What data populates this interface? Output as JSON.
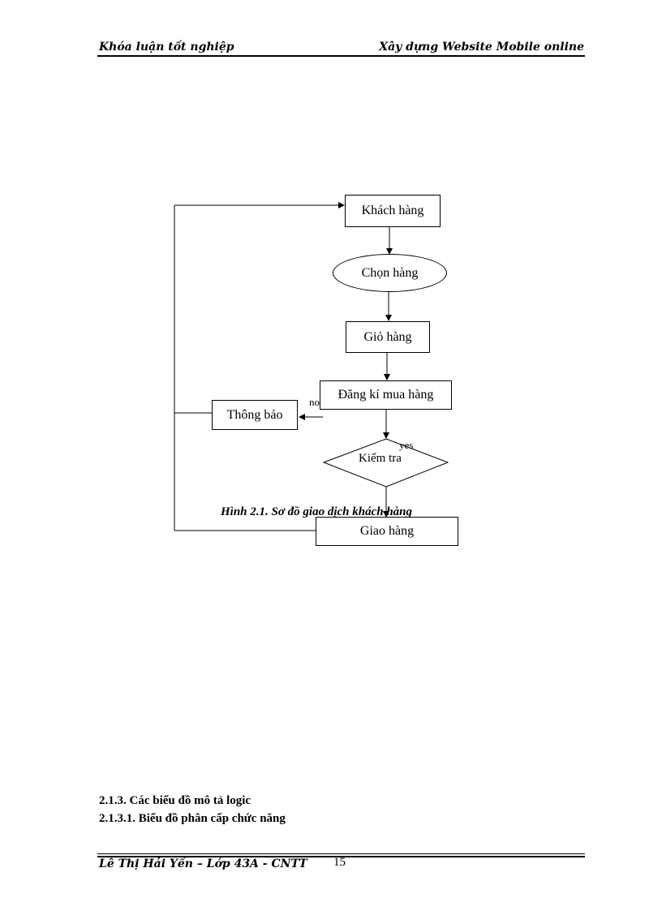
{
  "header": {
    "left": "Khóa luận tốt nghiệp",
    "right": "Xây dựng Website Mobile online"
  },
  "diagram": {
    "nodes": {
      "customer": "Khách hàng",
      "choose": "Chọn hàng",
      "cart": "Giỏ hàng",
      "register": "Đăng kí mua hàng",
      "notify": "Thông báo",
      "check": "Kiểm tra",
      "deliver": "Giao hàng"
    },
    "labels": {
      "no": "no",
      "yes": "yes"
    },
    "caption": "Hình 2.1. Sơ đồ giao dịch khách hàng"
  },
  "sections": [
    "2.1.3. Các biểu đồ mô tả logic",
    "2.1.3.1. Biểu đồ phân cấp chức năng"
  ],
  "footer": {
    "author": "Lê Thị Hải Yến – Lớp 43A - CNTT",
    "page": "15"
  }
}
